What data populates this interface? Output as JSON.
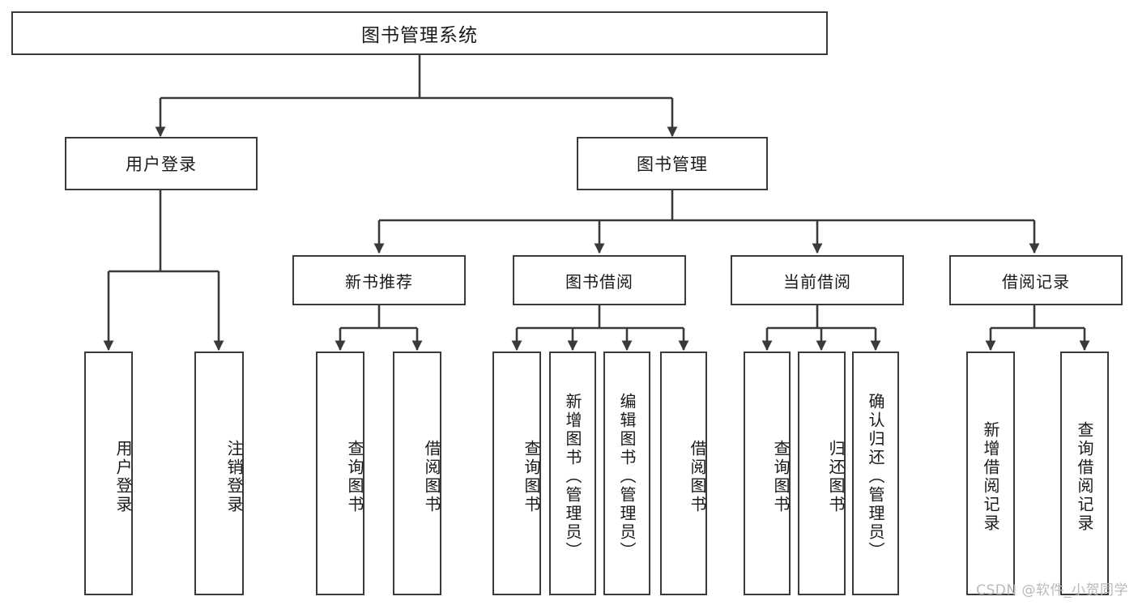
{
  "diagram": {
    "title": "图书管理系统",
    "type": "tree",
    "orientation": "top-down",
    "colors": {
      "box_border": "#3a3a3a",
      "box_fill": "#ffffff",
      "edge": "#3a3a3a",
      "text": "#1a1a1a",
      "watermark": "#b9b9b9",
      "background": "#ffffff"
    },
    "watermark": "CSDN @软件_小贺同学"
  },
  "nodes": {
    "root": {
      "label": "图书管理系统",
      "level": 0
    },
    "level1": [
      {
        "id": "user-login",
        "label": "用户登录"
      },
      {
        "id": "book-management",
        "label": "图书管理"
      }
    ],
    "level2": [
      {
        "id": "new-book-recommend",
        "label": "新书推荐",
        "parent": "book-management"
      },
      {
        "id": "book-borrow",
        "label": "图书借阅",
        "parent": "book-management"
      },
      {
        "id": "current-borrow",
        "label": "当前借阅",
        "parent": "book-management"
      },
      {
        "id": "borrow-record",
        "label": "借阅记录",
        "parent": "book-management"
      }
    ],
    "leaves": [
      {
        "id": "leaf-user-login",
        "label": "用户登录",
        "parent": "user-login"
      },
      {
        "id": "leaf-logout-login",
        "label": "注销登录",
        "parent": "user-login"
      },
      {
        "id": "leaf-query-book-1",
        "label": "查询图书",
        "parent": "new-book-recommend"
      },
      {
        "id": "leaf-borrow-book-1",
        "label": "借阅图书",
        "parent": "new-book-recommend"
      },
      {
        "id": "leaf-query-book-2",
        "label": "查询图书",
        "parent": "book-borrow"
      },
      {
        "id": "leaf-add-book",
        "label": "新增图书（管理员）",
        "parent": "book-borrow"
      },
      {
        "id": "leaf-edit-book",
        "label": "编辑图书（管理员）",
        "parent": "book-borrow"
      },
      {
        "id": "leaf-borrow-book-2",
        "label": "借阅图书",
        "parent": "book-borrow"
      },
      {
        "id": "leaf-query-book-3",
        "label": "查询图书",
        "parent": "current-borrow"
      },
      {
        "id": "leaf-return-book",
        "label": "归还图书",
        "parent": "current-borrow"
      },
      {
        "id": "leaf-confirm-return",
        "label": "确认归还（管理员）",
        "parent": "current-borrow"
      },
      {
        "id": "leaf-add-record",
        "label": "新增借阅记录",
        "parent": "borrow-record"
      },
      {
        "id": "leaf-query-record",
        "label": "查询借阅记录",
        "parent": "borrow-record"
      }
    ]
  }
}
